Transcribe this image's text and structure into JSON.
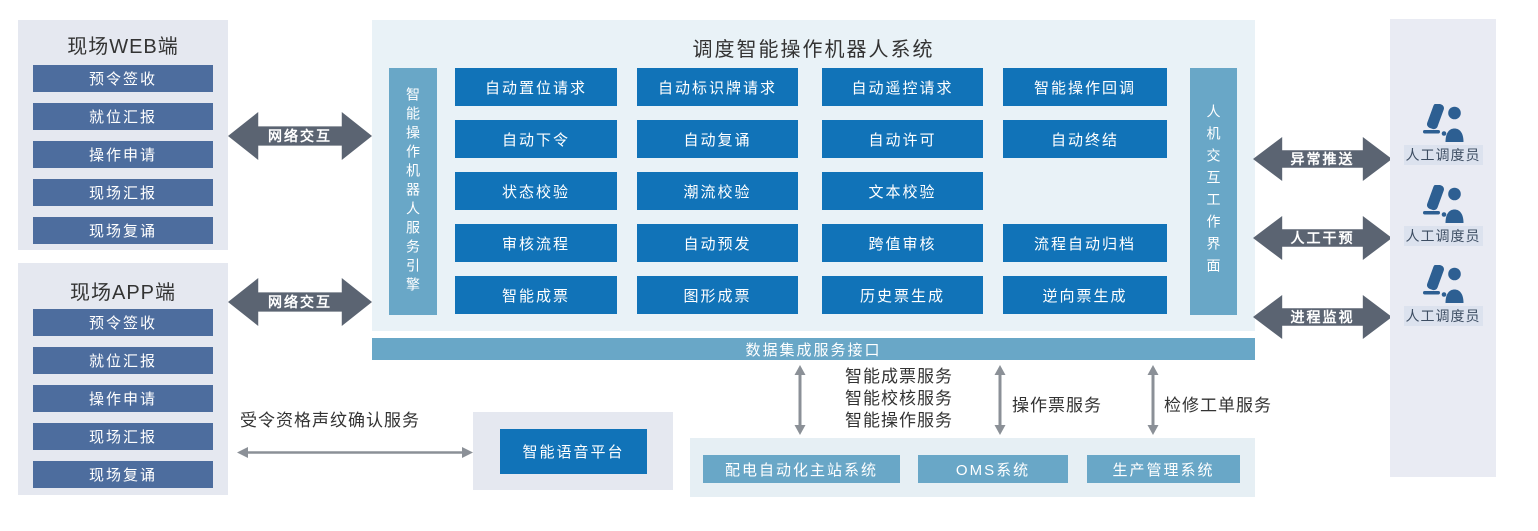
{
  "left_panels": [
    {
      "title": "现场WEB端",
      "buttons": [
        "预令签收",
        "就位汇报",
        "操作申请",
        "现场汇报",
        "现场复诵"
      ]
    },
    {
      "title": "现场APP端",
      "buttons": [
        "预令签收",
        "就位汇报",
        "操作申请",
        "现场汇报",
        "现场复诵"
      ]
    }
  ],
  "network_arrows": [
    "网络交互",
    "网络交互"
  ],
  "main_system": {
    "title": "调度智能操作机器人系统",
    "engine_bar": "智能操作机器人服务引擎",
    "hmi_bar": "人机交互工作界面",
    "rows": [
      [
        "自动置位请求",
        "自动标识牌请求",
        "自动遥控请求",
        "智能操作回调"
      ],
      [
        "自动下令",
        "自动复诵",
        "自动许可",
        "自动终结"
      ],
      [
        "状态校验",
        "潮流校验",
        "文本校验"
      ],
      [
        "审核流程",
        "自动预发",
        "跨值审核",
        "流程自动归档"
      ],
      [
        "智能成票",
        "图形成票",
        "历史票生成",
        "逆向票生成"
      ]
    ]
  },
  "data_bus_label": "数据集成服务接口",
  "integration": {
    "service_lines": [
      "智能成票服务",
      "智能校核服务",
      "智能操作服务"
    ],
    "ops_ticket_label": "操作票服务",
    "maintenance_label": "检修工单服务",
    "systems": [
      "配电自动化主站系统",
      "OMS系统",
      "生产管理系统"
    ]
  },
  "voice": {
    "service_label": "受令资格声纹确认服务",
    "platform": "智能语音平台"
  },
  "right_arrows": [
    "异常推送",
    "人工干预",
    "进程监视"
  ],
  "operators": [
    "人工调度员",
    "人工调度员",
    "人工调度员"
  ],
  "colors": {
    "azure_button": "#1173b8",
    "teal_bar": "#69a7c7",
    "slate_button": "#4d6d9e",
    "block_arrow": "#5b6472",
    "thin_arrow": "#8b9097",
    "operator_icon": "#2d5f92",
    "main_panel_bg": "#e9f2f7",
    "side_panel_bg": "#e5e8f0"
  }
}
